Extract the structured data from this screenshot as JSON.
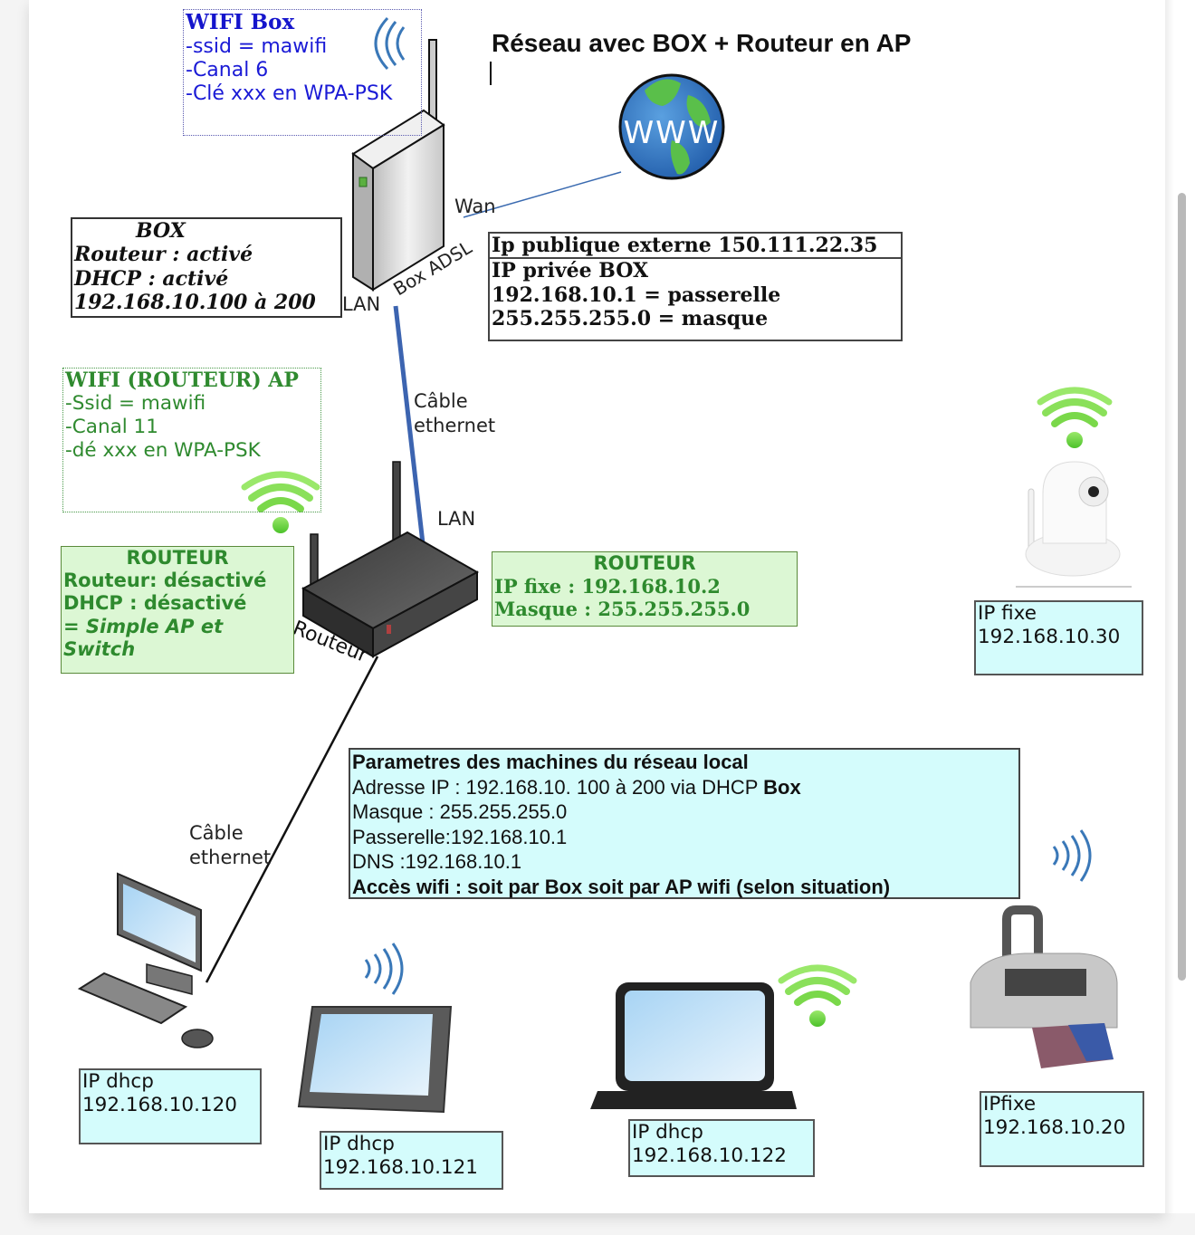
{
  "title": "Réseau avec BOX +  Routeur  en AP",
  "wifi_box": {
    "heading": "WIFI Box",
    "lines": [
      "-ssid = mawifi",
      "-Canal 6",
      "-Clé xxx en WPA-PSK"
    ]
  },
  "box_config": {
    "heading": "BOX",
    "lines": [
      "Routeur : activé",
      "DHCP : activé",
      "192.168.10.100 à 200"
    ]
  },
  "box_ip": {
    "public": "Ip publique externe  150.111.22.35",
    "private_heading": "IP privée BOX",
    "gateway": "192.168.10.1 = passerelle",
    "mask": "255.255.255.0   = masque"
  },
  "wifi_router": {
    "heading": "WIFI  (ROUTEUR) AP",
    "lines": [
      "-Ssid = mawifi",
      "-Canal 11",
      "-dé xxx en WPA-PSK"
    ]
  },
  "router_config": {
    "heading": "ROUTEUR",
    "lines": [
      "Routeur: désactivé",
      "DHCP : désactivé"
    ],
    "italic_lines": [
      "= Simple AP et",
      "Switch"
    ]
  },
  "router_ip": {
    "heading": "ROUTEUR",
    "ip": "IP fixe : 192.168.10.2",
    "mask": "Masque : 255.255.255.0"
  },
  "params": {
    "heading": "Parametres des machines du  réseau local",
    "address_prefix": "Adresse IP : 192.168.10. 100 à 200 via DHCP ",
    "address_suffix": "Box",
    "mask": "Masque : 255.255.255.0",
    "gateway": "Passerelle:192.168.10.1",
    "dns": "DNS :192.168.10.1",
    "wifi_access": "Accès wifi : soit par Box soit par AP wifi (selon situation)"
  },
  "labels": {
    "wan": "Wan",
    "lan_box": "LAN",
    "box_adsl": "Box ADSL",
    "cable1": [
      "Câble",
      "ethernet"
    ],
    "lan_router": "LAN",
    "routeur": "Routeur",
    "cable2": [
      "Câble",
      "ethernet"
    ],
    "www": "WWW"
  },
  "devices": {
    "camera": {
      "line1": "IP fixe",
      "line2": "192.168.10.30"
    },
    "desktop": {
      "line1": "IP dhcp",
      "line2": "192.168.10.120"
    },
    "tablet": {
      "line1": "IP dhcp",
      "line2": "192.168.10.121"
    },
    "laptop": {
      "line1": "IP dhcp",
      "line2": "192.168.10.122"
    },
    "printer": {
      "line1": "IPfixe",
      "line2": "192.168.10.20"
    }
  },
  "colors": {
    "wifi_green": "#6fd23a",
    "signal_blue": "#3a78b8",
    "cable_blue": "#3c64b0",
    "green_box_bg": "#dcf7d4",
    "cyan_box_bg": "#d4fcfc"
  }
}
